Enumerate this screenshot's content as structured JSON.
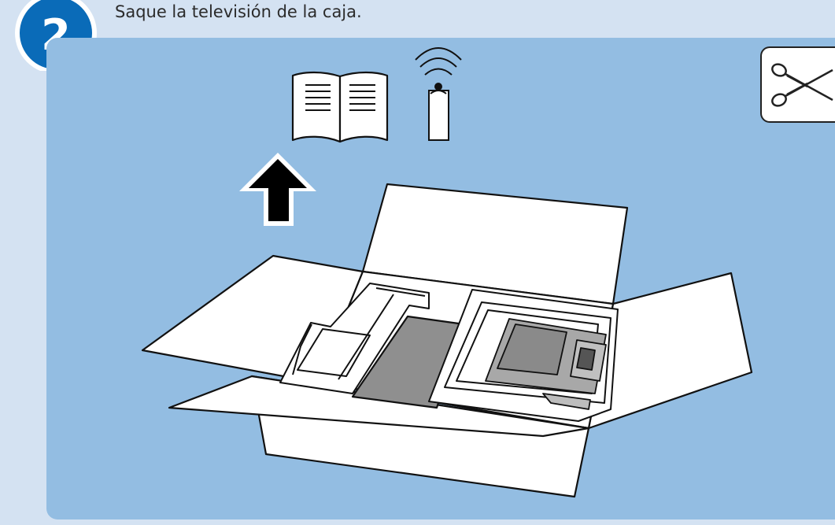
{
  "step": {
    "number": "2",
    "instruction": "Saque la televisión de la caja."
  },
  "icons": {
    "step_badge": "numbered-circle",
    "scissors": "scissors-icon",
    "manual": "open-book-icon",
    "remote": "remote-control-icon",
    "arrow": "arrow-up-icon"
  },
  "colors": {
    "badge": "#0a6bb8",
    "panel": "#93bde2",
    "page": "#d4e2f2",
    "tv": "#8f8f8f"
  }
}
